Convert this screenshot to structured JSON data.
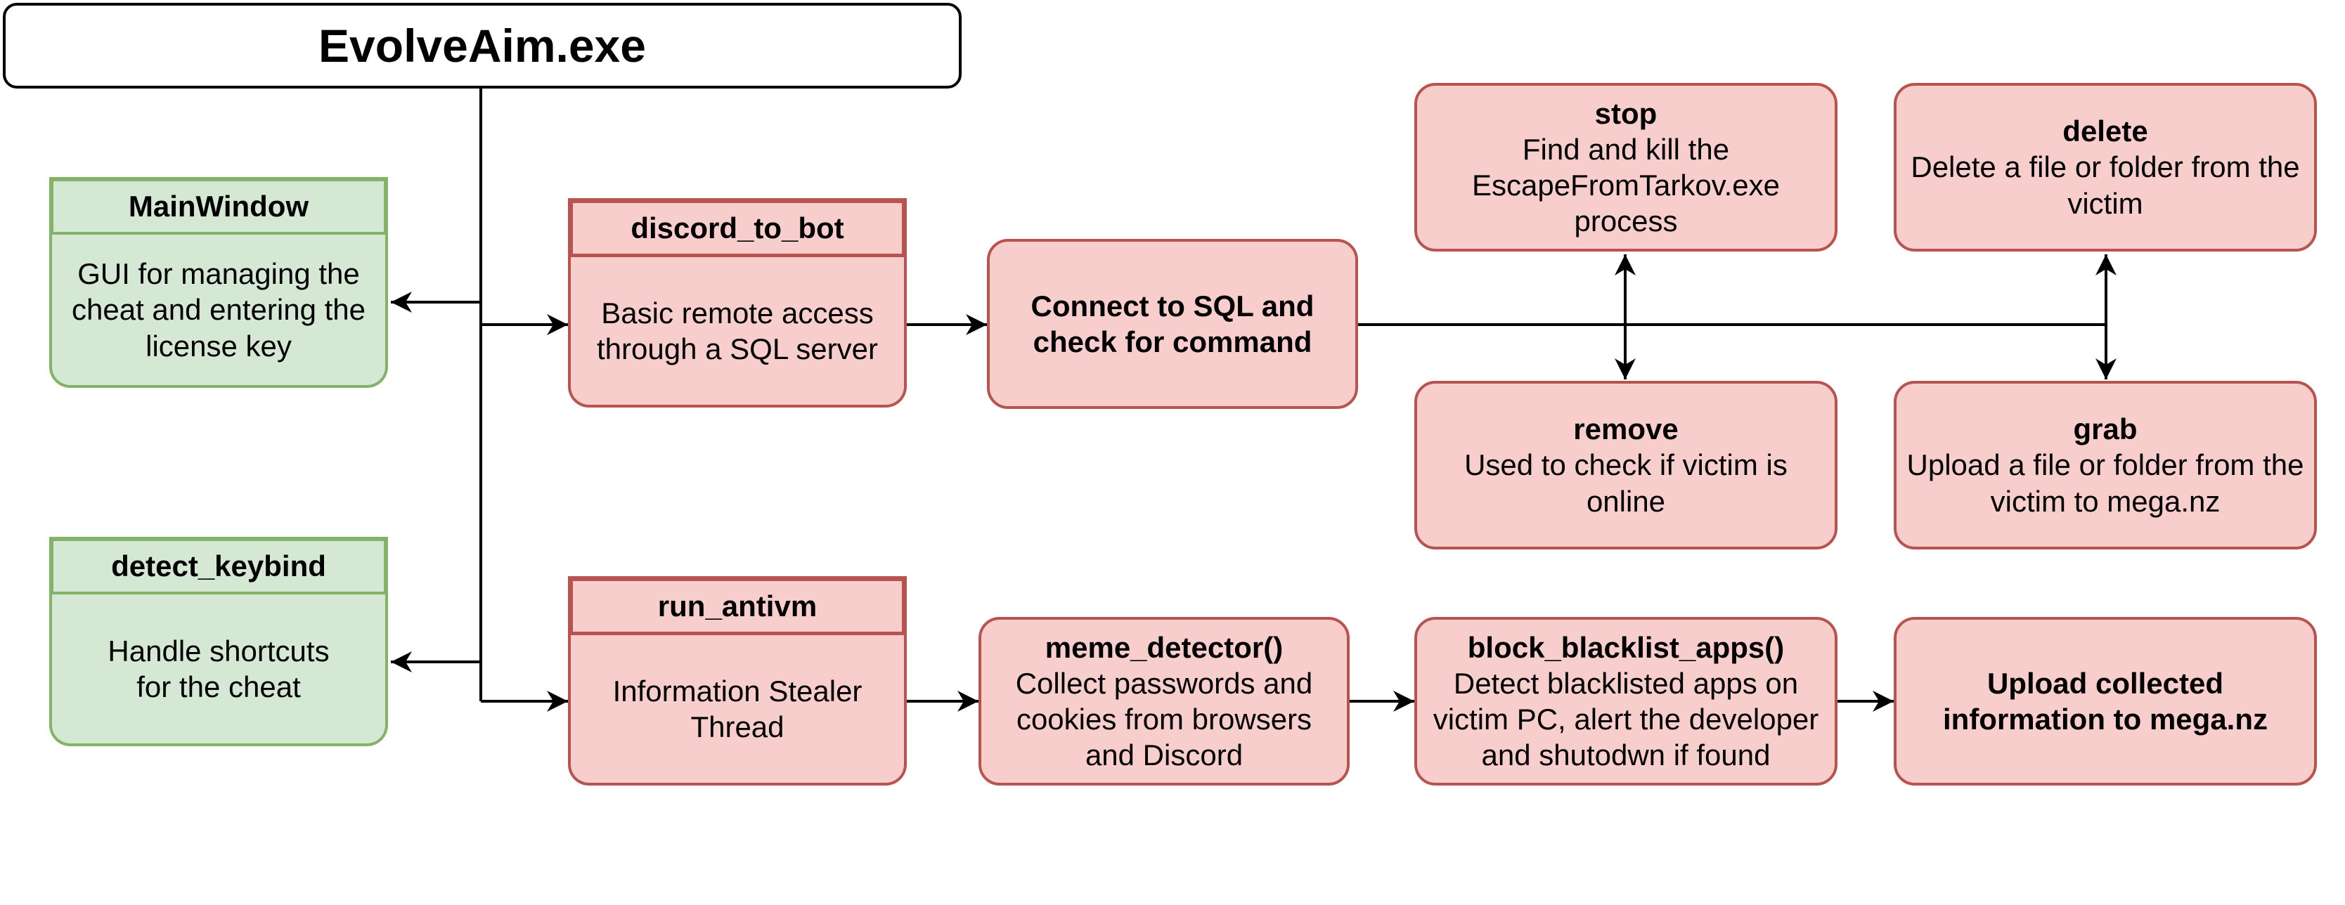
{
  "root": {
    "title": "EvolveAim.exe"
  },
  "main_window": {
    "title": "MainWindow",
    "description": "GUI for managing the cheat and entering the license key"
  },
  "detect_keybind": {
    "title": "detect_keybind",
    "description": "Handle shortcuts for the cheat"
  },
  "discord_to_bot": {
    "title": "discord_to_bot",
    "description": "Basic remote access through a SQL server"
  },
  "connect_sql": {
    "text": "Connect to SQL and check for command"
  },
  "stop": {
    "title": "stop",
    "description": "Find and kill the EscapeFromTarkov.exe process"
  },
  "delete": {
    "title": "delete",
    "description": "Delete a file or folder from the victim"
  },
  "remove": {
    "title": "remove",
    "description": "Used to check if victim is online"
  },
  "grab": {
    "title": "grab",
    "description": "Upload a file or folder from the victim to mega.nz"
  },
  "run_antivm": {
    "title": "run_antivm",
    "description": "Information Stealer Thread"
  },
  "meme_detector": {
    "title": "meme_detector()",
    "description": "Collect passwords and cookies from browsers and Discord"
  },
  "block_blacklist_apps": {
    "title": "block_blacklist_apps()",
    "description": "Detect blacklisted apps on victim PC, alert the developer and shutodwn if found"
  },
  "upload": {
    "text": "Upload collected information to mega.nz"
  },
  "colors": {
    "red_fill": "#f8cecc",
    "red_stroke": "#b85450",
    "green_fill": "#d5e8d4",
    "green_stroke": "#82b366",
    "line": "#000000"
  }
}
